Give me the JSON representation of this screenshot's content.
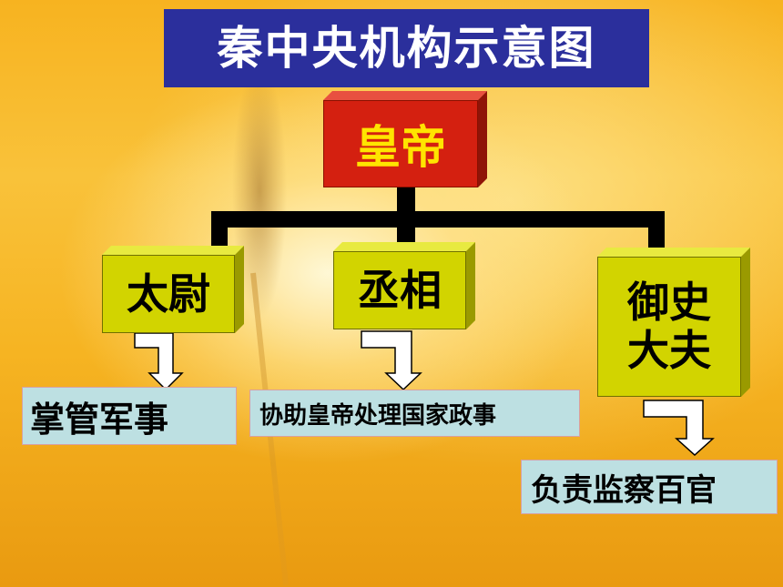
{
  "title": "秦中央机构示意图",
  "emperor": "皇帝",
  "ministers": [
    {
      "name": "太尉",
      "duty": "掌管军事"
    },
    {
      "name": "丞相",
      "duty": "协助皇帝处理国家政事"
    },
    {
      "name_line1": "御史",
      "name_line2": "大夫",
      "duty": "负责监察百官"
    }
  ],
  "colors": {
    "title_bg": "#2b2f9c",
    "emperor_box": "#d42010",
    "emperor_text": "#ffe400",
    "minister_box": "#d2d400",
    "duty_box": "#bde0e2"
  }
}
